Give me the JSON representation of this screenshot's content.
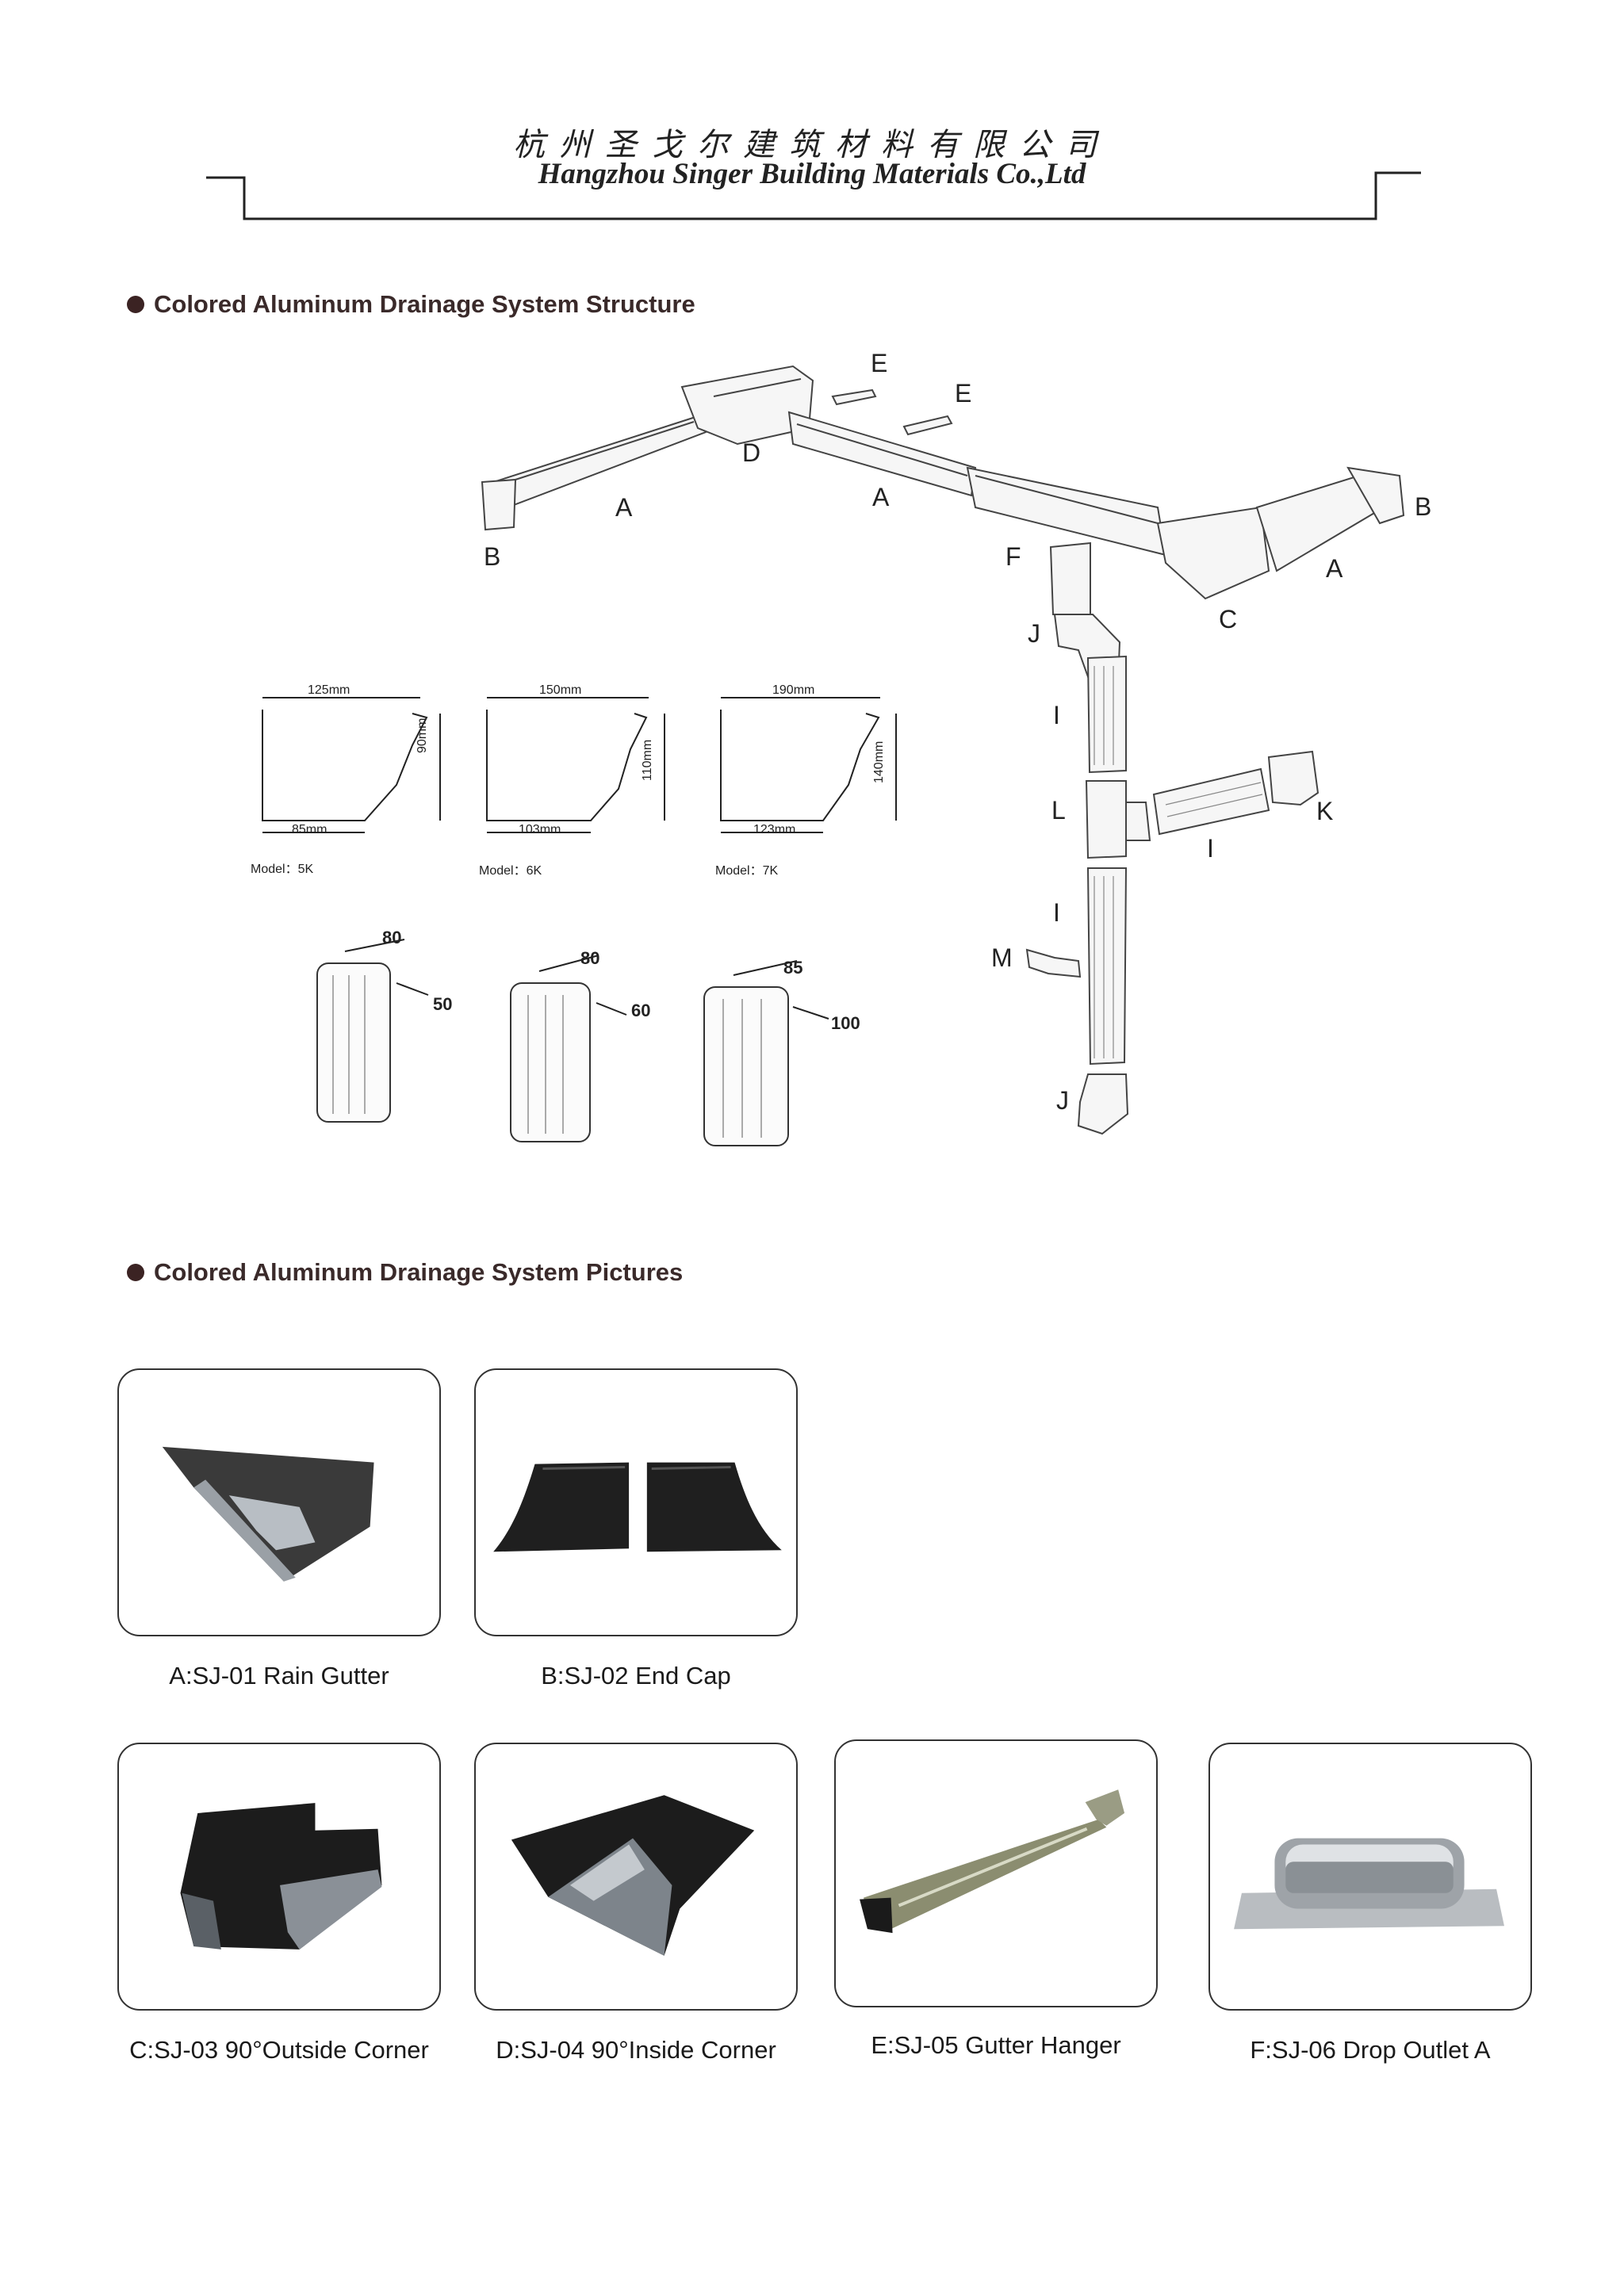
{
  "header": {
    "company_cn": "杭州圣戈尔建筑材料有限公司",
    "company_en": "Hangzhou Singer Building Materials Co.,Ltd"
  },
  "section_structure": {
    "title": "Colored Aluminum Drainage System Structure"
  },
  "section_pictures": {
    "title": "Colored Aluminum Drainage System Pictures"
  },
  "diagram_labels": {
    "a1": "A",
    "a2": "A",
    "a3": "A",
    "b1": "B",
    "b2": "B",
    "c": "C",
    "d": "D",
    "e1": "E",
    "e2": "E",
    "f": "F",
    "j1": "J",
    "j2": "J",
    "i1": "I",
    "i2": "I",
    "i3": "I",
    "l": "L",
    "k": "K",
    "m": "M"
  },
  "profiles": [
    {
      "model": "Model：5K",
      "top": "125mm",
      "bottom": "85mm",
      "height": "90mm"
    },
    {
      "model": "Model：6K",
      "top": "150mm",
      "bottom": "103mm",
      "height": "110mm"
    },
    {
      "model": "Model：7K",
      "top": "190mm",
      "bottom": "123mm",
      "height": "140mm"
    }
  ],
  "pipes": [
    {
      "width": "80",
      "depth": "50"
    },
    {
      "width": "80",
      "depth": "60"
    },
    {
      "width": "85",
      "depth": "100"
    }
  ],
  "products": [
    {
      "caption": "A:SJ-01 Rain Gutter"
    },
    {
      "caption": "B:SJ-02 End Cap"
    },
    {
      "caption": "C:SJ-03 90°Outside Corner"
    },
    {
      "caption": "D:SJ-04 90°Inside Corner"
    },
    {
      "caption": "E:SJ-05 Gutter Hanger"
    },
    {
      "caption": "F:SJ-06 Drop Outlet A"
    }
  ]
}
